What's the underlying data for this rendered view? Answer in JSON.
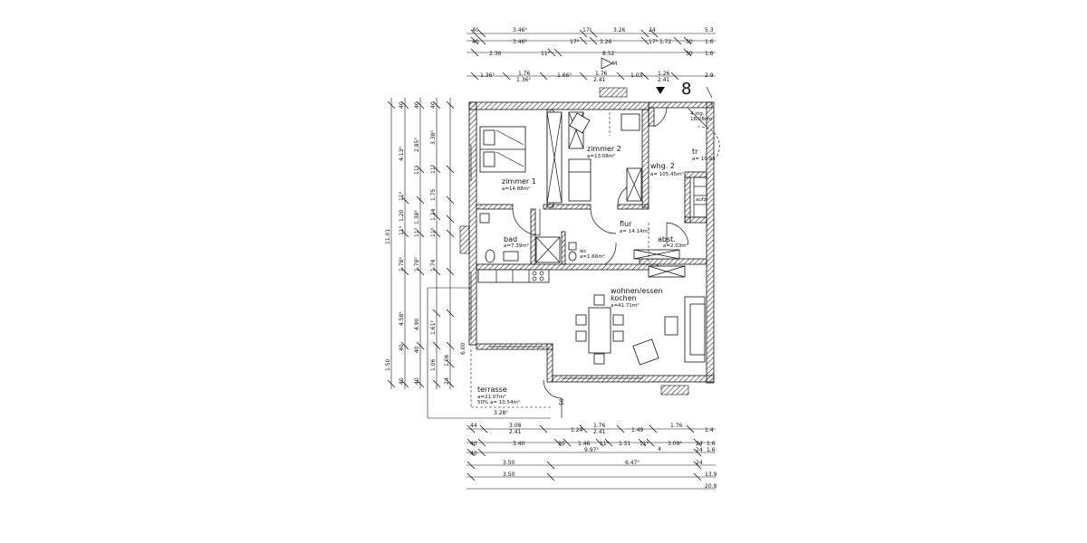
{
  "level_label": "8",
  "rooms": {
    "zimmer1": {
      "name": "zimmer 1",
      "area": "a=14.88m²"
    },
    "zimmer2": {
      "name": "zimmer 2",
      "area": "a=13.08m²"
    },
    "whg": {
      "name": "whg. 2",
      "area": "a= 105.45m²"
    },
    "flur": {
      "name": "flur",
      "area": "a= 14.14m²"
    },
    "bad": {
      "name": "bad",
      "area": "a=7.39m²"
    },
    "wc": {
      "name": "wc",
      "area": "a=1.66m²"
    },
    "abst": {
      "name": "abst.",
      "area": "a=2.03m²"
    },
    "tr": {
      "name": "tr",
      "area": "a= 10.93"
    },
    "aufz": {
      "name": "aufz"
    },
    "wohnen": {
      "name1": "wohnen/essen",
      "name2": "kochen",
      "area": "a=41.71m²"
    },
    "terrasse": {
      "name": "terrasse",
      "area": "a=21.07m²",
      "area50": "50% a= 10.54m²"
    },
    "stg": {
      "name": "4 stg.",
      "dim": "18/28cm"
    }
  },
  "dims_top": {
    "row1": [
      "40",
      "3.46⁵",
      "17⁵",
      "3.26",
      "24",
      "5.3"
    ],
    "row2": [
      "40",
      "3.46⁵",
      "17⁵",
      "3.26",
      "17⁵ 1.72",
      "30",
      "1.6"
    ],
    "row3": [
      "2.36",
      "11⁵",
      "8.52",
      "30",
      "1.6"
    ],
    "row4": [
      "1.36⁵",
      "1.76",
      "1.66⁵",
      "1.76",
      "1.03",
      "1.26",
      "2.9"
    ],
    "row4b": [
      "1.36⁵",
      "2.41"
    ]
  },
  "dims_bottom": {
    "row1": [
      "44",
      "3.08",
      "1.24",
      "1.76",
      "1.49",
      "1.76",
      "1.4"
    ],
    "row1b": [
      "2.41",
      "2.41"
    ],
    "row2": [
      "40",
      "3.40",
      "30",
      "1.46",
      "11⁵",
      "1.51",
      "11⁵",
      "3.09⁵",
      "24",
      "1.6"
    ],
    "row3": [
      "40",
      "9.97⁵",
      "6.47⁵",
      "24",
      "1.6"
    ],
    "row4": [
      "3.50",
      "24",
      "13.9"
    ],
    "row5": [
      "3.50",
      "20.9"
    ]
  },
  "dims_left": {
    "col1": [
      "11.01",
      "1.50"
    ],
    "col2": [
      "40",
      "4.13⁵",
      "11⁵",
      "1.20",
      "11⁵",
      "1.78⁵",
      "40",
      "4.58⁵",
      "40"
    ],
    "col3": [
      "40",
      "2.85⁵",
      "11⁵",
      "1.38⁵",
      "11⁵",
      "1.78⁵",
      "4.90",
      "40",
      "40"
    ],
    "col4": [
      "40",
      "3.38⁵",
      "11⁵",
      "1.75",
      "1.24",
      "11⁵",
      "1.74",
      "1.61⁵",
      "1.06",
      "24",
      "1.06"
    ]
  },
  "dims_misc": {
    "h1": "6.00",
    "h2": "3.28⁵",
    "v1": "50"
  }
}
